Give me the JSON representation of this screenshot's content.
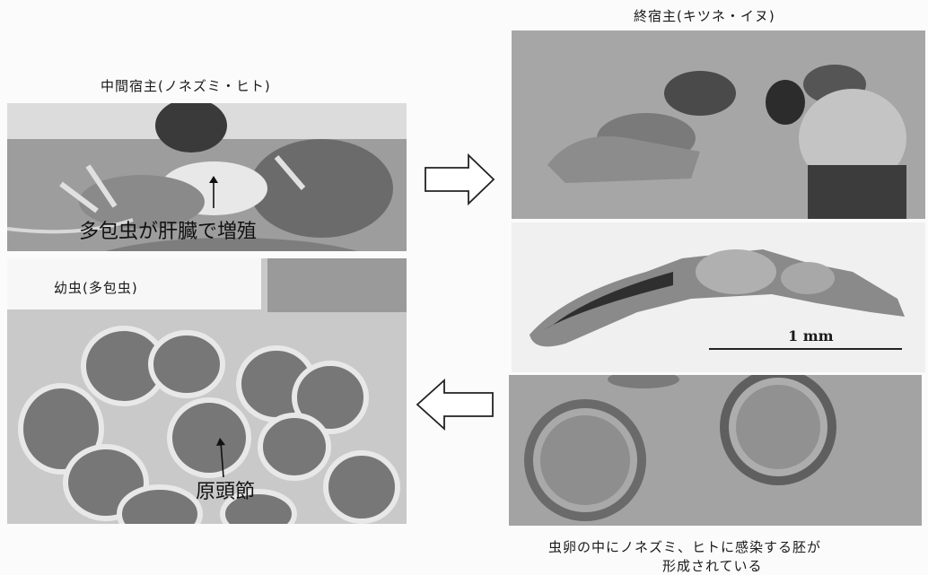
{
  "captions": {
    "intermediate_host": "中間宿主(ノネズミ・ヒト)",
    "definitive_host": "終宿主(キツネ・イヌ)",
    "larva": "幼虫(多包虫)",
    "egg_line1": "虫卵の中にノネズミ、ヒトに感染する胚が",
    "egg_line2": "形成されている"
  },
  "labels": {
    "liver": "多包虫が肝臓で増殖",
    "protoscolex": "原頭節",
    "scale": "1 mm"
  },
  "icons": {
    "arrow_right": "right-arrow-icon",
    "arrow_left": "left-arrow-icon",
    "pointer": "pointer-arrow-icon"
  }
}
